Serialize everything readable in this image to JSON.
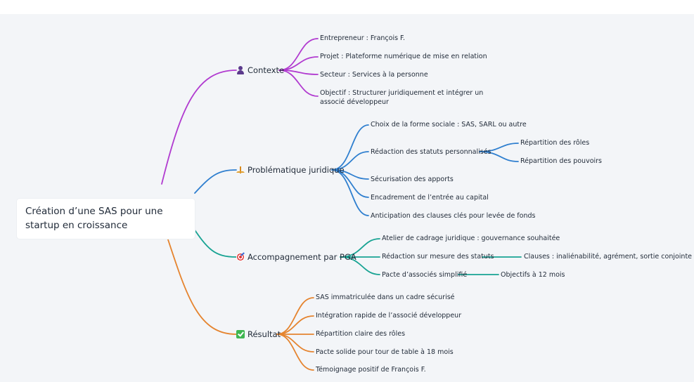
{
  "root": {
    "label": "Création d’une SAS pour une startup en croissance"
  },
  "colors": {
    "contexte": "#b13bd0",
    "problematique": "#2f7fcf",
    "accompagnement": "#18a393",
    "resultat": "#e5842f"
  },
  "contexte": {
    "icon": "person-icon",
    "label": "Contexte",
    "items": [
      "Entrepreneur : François F.",
      "Projet : Plateforme numérique de mise en relation",
      "Secteur : Services à la personne",
      "Objectif : Structurer juridiquement et intégrer un associé développeur"
    ]
  },
  "problematique": {
    "icon": "scales-icon",
    "label": "Problématique juridique",
    "items": [
      "Choix de la forme sociale : SAS, SARL ou autre",
      "Rédaction des statuts personnalisés",
      "Sécurisation des apports",
      "Encadrement de l’entrée au capital",
      "Anticipation des clauses clés pour levée de fonds"
    ],
    "sub": [
      "Répartition des rôles",
      "Répartition des pouvoirs"
    ]
  },
  "accompagnement": {
    "icon": "target-icon",
    "label": "Accompagnement par PGA",
    "items": [
      "Atelier de cadrage juridique : gouvernance souhaitée",
      "Rédaction sur mesure des statuts",
      "Pacte d’associés simplifié"
    ],
    "sub_statuts": "Clauses : inaliénabilité, agrément, sortie conjointe",
    "sub_pacte": "Objectifs à 12 mois"
  },
  "resultat": {
    "icon": "check-icon",
    "label": "Résultat",
    "items": [
      "SAS immatriculée dans un cadre sécurisé",
      "Intégration rapide de l’associé développeur",
      "Répartition claire des rôles",
      "Pacte solide pour tour de table à 18 mois",
      "Témoignage positif de François F."
    ]
  }
}
